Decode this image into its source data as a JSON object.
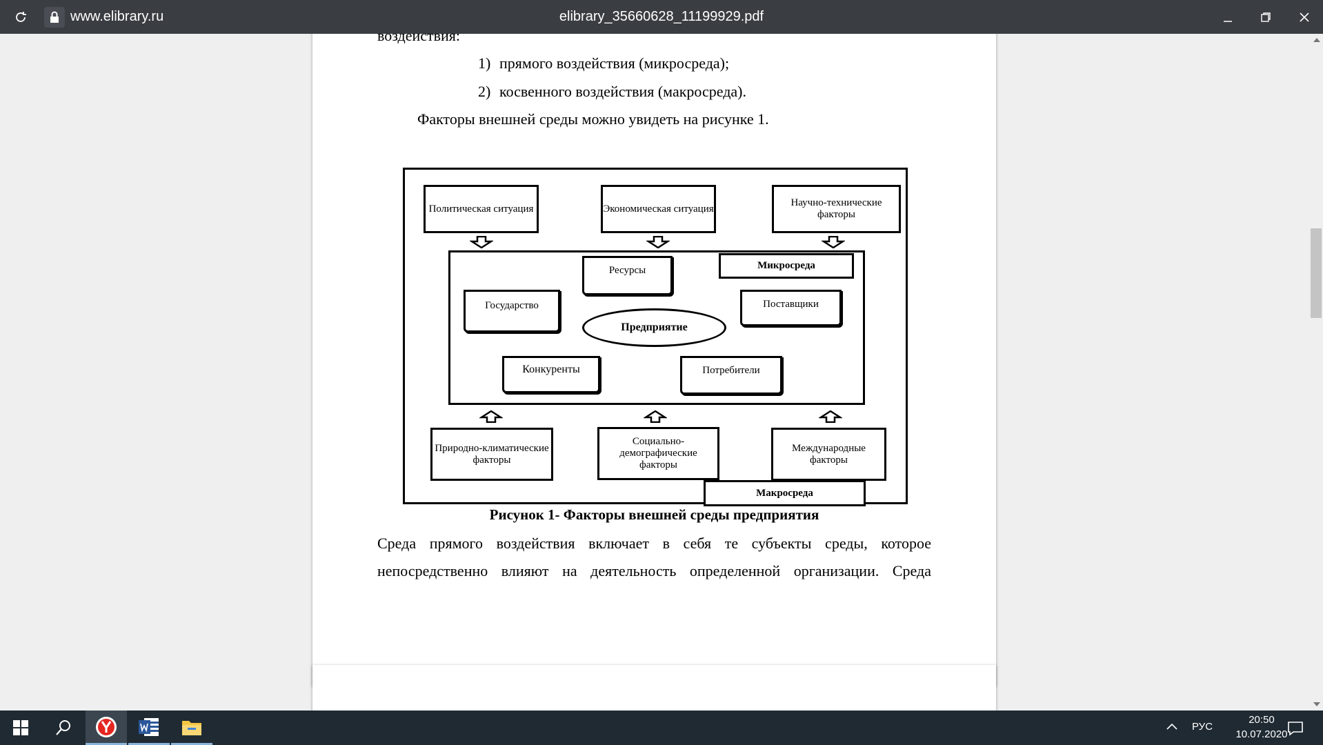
{
  "browser": {
    "url": "www.elibrary.ru",
    "document_title": "elibrary_35660628_11199929.pdf"
  },
  "page": {
    "partial_line": "воздействия:",
    "list": [
      {
        "num": "1)",
        "text": "прямого воздействия (микросреда);"
      },
      {
        "num": "2)",
        "text": "косвенного воздействия (макросреда)."
      }
    ],
    "intro": "Факторы внешней среды можно увидеть на рисунке 1.",
    "figure": {
      "top_boxes": [
        "Политическая ситуация",
        "Экономическая ситуация",
        "Научно-технические факторы"
      ],
      "micro_label": "Микросреда",
      "resources": "Ресурсы",
      "state": "Государство",
      "enterprise": "Предприятие",
      "suppliers": "Поставщики",
      "competitors": "Конкуренты",
      "consumers": "Потребители",
      "bottom_boxes": [
        "Природно-климатические факторы",
        "Социально-демографические факторы",
        "Международные факторы"
      ],
      "macro_label": "Макросреда"
    },
    "caption": "Рисунок 1- Факторы внешней среды предприятия",
    "para_line1": "Среда прямого воздействия включает в себя те субъекты среды, которое",
    "para_line2": "непосредственно влияют на деятельность определенной организации. Среда"
  },
  "taskbar": {
    "language": "РУС",
    "time": "20:50",
    "date": "10.07.2020",
    "apps": [
      "yandex-browser",
      "word",
      "file-explorer"
    ]
  }
}
